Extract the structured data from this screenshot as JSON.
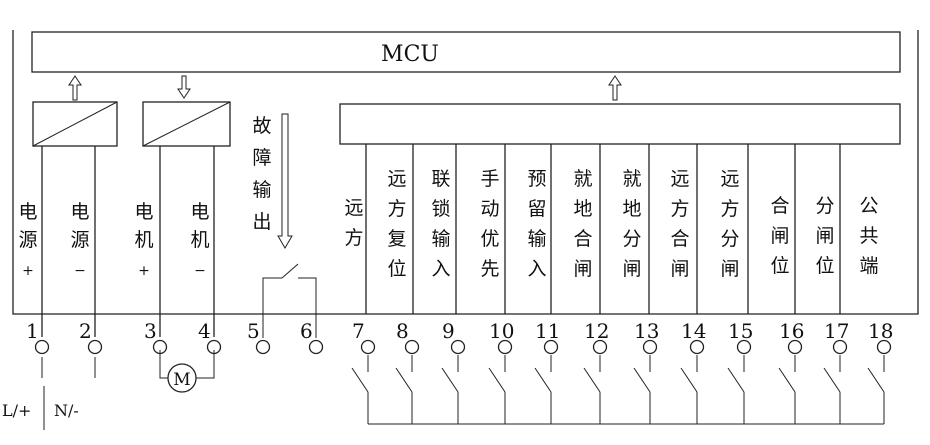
{
  "mcu_label": "MCU",
  "fault_output_label": [
    "故",
    "障",
    "输",
    "出"
  ],
  "motor_label": "M",
  "supply_labels": {
    "live": "L/+",
    "neutral": "N/-"
  },
  "terminals": [
    {
      "number": "1",
      "label": [
        "电",
        "源",
        "+"
      ]
    },
    {
      "number": "2",
      "label": [
        "电",
        "源",
        "−"
      ]
    },
    {
      "number": "3",
      "label": [
        "电",
        "机",
        "+"
      ]
    },
    {
      "number": "4",
      "label": [
        "电",
        "机",
        "−"
      ]
    },
    {
      "number": "5",
      "label": []
    },
    {
      "number": "6",
      "label": []
    },
    {
      "number": "7",
      "label": [
        "远",
        "方"
      ]
    },
    {
      "number": "8",
      "label": [
        "远",
        "方",
        "复",
        "位"
      ]
    },
    {
      "number": "9",
      "label": [
        "联",
        "锁",
        "输",
        "入"
      ]
    },
    {
      "number": "10",
      "label": [
        "手",
        "动",
        "优",
        "先"
      ]
    },
    {
      "number": "11",
      "label": [
        "预",
        "留",
        "输",
        "入"
      ]
    },
    {
      "number": "12",
      "label": [
        "就",
        "地",
        "合",
        "闸"
      ]
    },
    {
      "number": "13",
      "label": [
        "就",
        "地",
        "分",
        "闸"
      ]
    },
    {
      "number": "14",
      "label": [
        "远",
        "方",
        "合",
        "闸"
      ]
    },
    {
      "number": "15",
      "label": [
        "远",
        "方",
        "分",
        "闸"
      ]
    },
    {
      "number": "16",
      "label": [
        "合",
        "闸",
        "位"
      ]
    },
    {
      "number": "17",
      "label": [
        "分",
        "闸",
        "位"
      ]
    },
    {
      "number": "18",
      "label": [
        "公",
        "共",
        "端"
      ]
    }
  ]
}
